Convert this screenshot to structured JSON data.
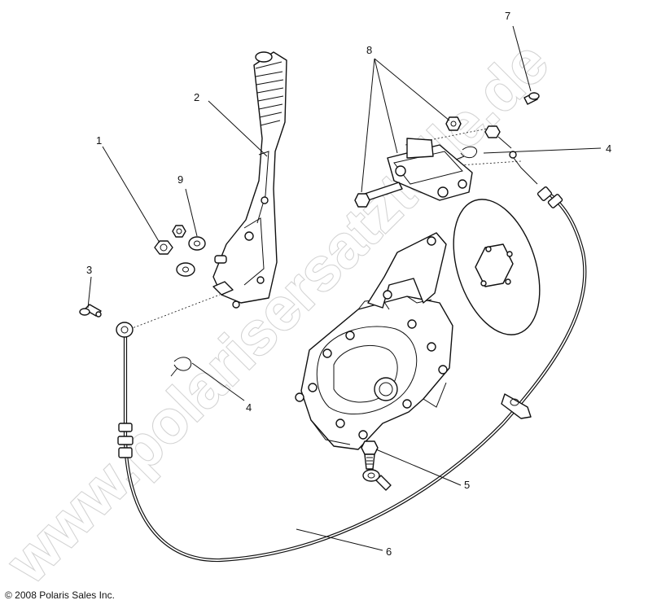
{
  "diagram": {
    "callouts": [
      "1",
      "2",
      "3",
      "4",
      "4",
      "5",
      "6",
      "7",
      "8",
      "9"
    ],
    "watermark": "www.polarisersatzteile.de",
    "copyright": "© 2008 Polaris Sales Inc."
  },
  "colors": {
    "line": "#111111",
    "background": "#ffffff",
    "watermark_outline": "#cfcfcf"
  }
}
